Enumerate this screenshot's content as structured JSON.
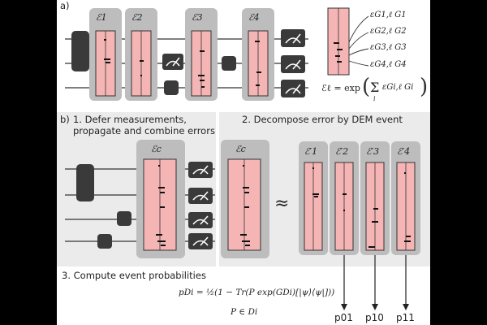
{
  "panel_a": {
    "tag": "a)",
    "blocks": [
      "ℰ1",
      "ℰ2",
      "ℰ3",
      "ℰ4"
    ],
    "generator_terms": [
      "εG1,ℓ G1",
      "εG2,ℓ G2",
      "εG3,ℓ G3",
      "εG4,ℓ G4"
    ],
    "formula_lhs": "ℰℓ = exp",
    "formula_sum": "Σ",
    "formula_index": "i",
    "formula_body": "εGi,ℓ Gi"
  },
  "panel_b": {
    "tag": "b)",
    "step1_label": "1. Defer measurements, propagate and combine errors",
    "step2_label": "2. Decompose error by DEM event",
    "combined_block": "ℰc",
    "decomposed_block": "ℰc",
    "approx_symbol": "≈",
    "event_blocks": [
      "ℰ′1",
      "ℰ′2",
      "ℰ′3",
      "ℰ′4"
    ]
  },
  "step3": {
    "label": "3. Compute event probabilities",
    "formula_line1": "pDi = ½(1 − Tr(P exp(GDi)[|ψ⟩⟨ψ|]))",
    "formula_line2": "P ∈ Di"
  },
  "probabilities": [
    "p01",
    "p10",
    "p11"
  ],
  "colors": {
    "block_fill": "#f5b5b5",
    "panel_bg": "#ebebeb",
    "block_bg": "#bdbdbd",
    "gate_fill": "#3a3a3a"
  }
}
